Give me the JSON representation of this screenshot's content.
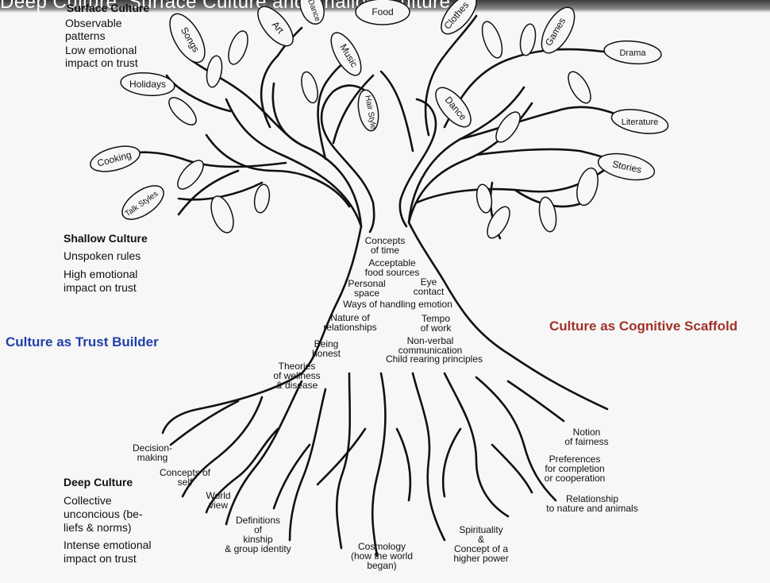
{
  "title_fragment": "Deep Culture, Surface Culture and Shallow Culture",
  "left_panel": {
    "surface": {
      "heading": "Surface Culture",
      "lines": [
        "Observable",
        "patterns"
      ],
      "impact": [
        "Low emotional",
        "impact on trust"
      ]
    },
    "shallow": {
      "heading": "Shallow Culture",
      "lines": [
        "Unspoken rules"
      ],
      "impact": [
        "High emotional",
        "impact on trust"
      ]
    },
    "deep": {
      "heading": "Deep Culture",
      "lines": [
        "Collective",
        "unconcious (be-",
        "liefs & norms)"
      ],
      "impact": [
        "Intense emotional",
        "impact on trust"
      ]
    }
  },
  "side_labels": {
    "left": "Culture as Trust Builder",
    "right": "Culture as Cognitive Scaffold",
    "left_color": "#1f3fa8",
    "right_color": "#a1322a"
  },
  "leaves": [
    "Songs",
    "Art",
    "Dance",
    "Food",
    "Clothes",
    "Games",
    "Drama",
    "Holidays",
    "Music",
    "Hair Style",
    "Dance",
    "Literature",
    "Cooking",
    "Stories",
    "Talk Styles"
  ],
  "trunk": [
    [
      "Concepts",
      "of time"
    ],
    [
      "Acceptable",
      "food sources"
    ],
    [
      "Personal",
      "space"
    ],
    [
      "Eye",
      "contact"
    ],
    [
      "Ways of handling emotion"
    ],
    [
      "Nature of",
      "relationships"
    ],
    [
      "Tempo",
      "of work"
    ],
    [
      "Being",
      "honest"
    ],
    [
      "Non-verbal",
      "communication"
    ],
    [
      "Child rearing principles"
    ],
    [
      "Theories",
      "of wellness",
      "& disease"
    ]
  ],
  "roots": [
    [
      "Decision-",
      "making"
    ],
    [
      "Concepts of",
      "self"
    ],
    [
      "World",
      "view"
    ],
    [
      "Definitions",
      "of",
      "kinship",
      "& group identity"
    ],
    [
      "Cosmology",
      "(how the world",
      "began)"
    ],
    [
      "Spirituality",
      "&",
      "Concept of a",
      "higher power"
    ],
    [
      "Notion",
      "of fairness"
    ],
    [
      "Preferences",
      "for completion",
      "or cooperation"
    ],
    [
      "Relationship",
      "to nature and animals"
    ]
  ]
}
